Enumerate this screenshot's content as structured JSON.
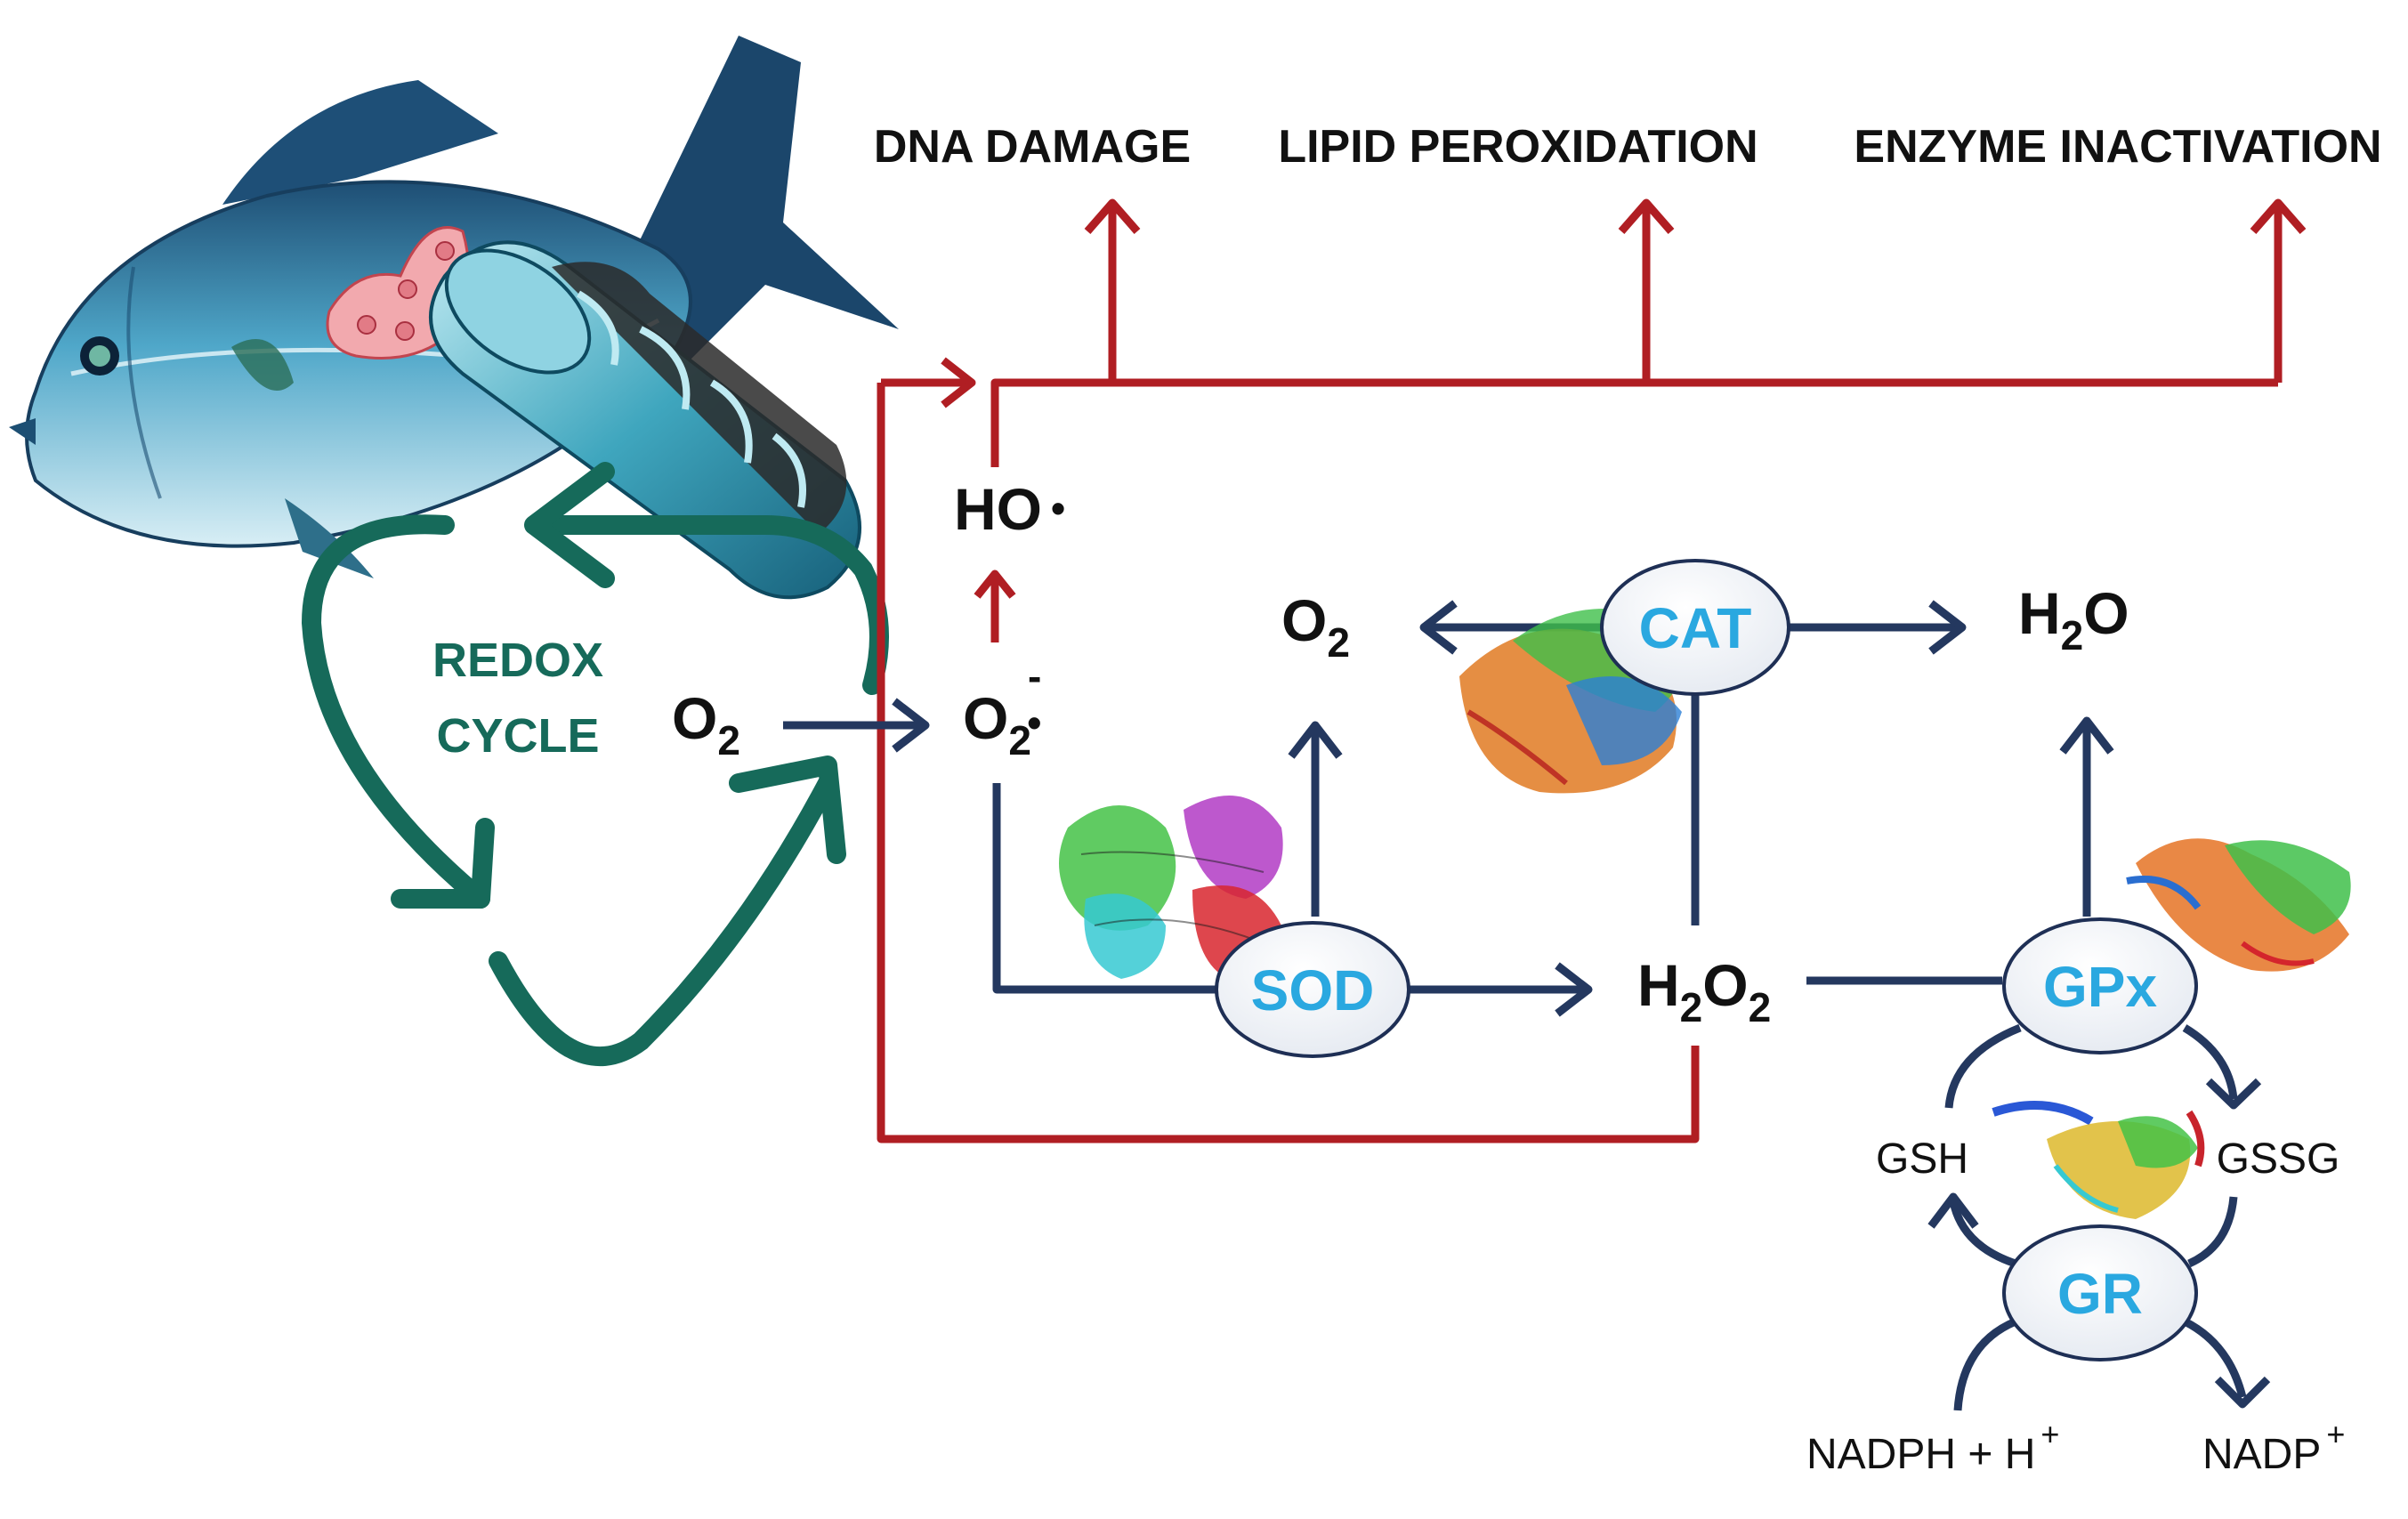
{
  "outcomes": {
    "dna_damage": "DNA DAMAGE",
    "lipid_peroxidation": "LIPID PEROXIDATION",
    "enzyme_inactivation": "ENZYME INACTIVATION"
  },
  "redox_cycle": {
    "line1": "REDOX",
    "line2": "CYCLE"
  },
  "species": {
    "hydroxyl": {
      "main": "HO",
      "dot": "•"
    },
    "oxygen_left": {
      "main": "O",
      "sub": "2"
    },
    "superoxide": {
      "main": "O",
      "sub": "2",
      "sup": "-",
      "dot": "•"
    },
    "oxygen_top": {
      "main": "O",
      "sub": "2"
    },
    "water": {
      "main": "H",
      "sub": "2",
      "tail": "O"
    },
    "hydrogen_peroxide": {
      "h": "H",
      "sub1": "2",
      "o": "O",
      "sub2": "2"
    }
  },
  "enzymes": {
    "cat": "CAT",
    "sod": "SOD",
    "gpx": "GPx",
    "gr": "GR"
  },
  "glutathione": {
    "gsh": "GSH",
    "gssg": "GSSG",
    "nadph": {
      "main": "NADPH + H",
      "sup": "+"
    },
    "nadp": {
      "main": "NADP",
      "sup": "+"
    }
  },
  "colors": {
    "red": "#B01E23",
    "navy": "#24385F",
    "teal": "#166A5A",
    "enzyme_text": "#2AA8E0",
    "fish_body": "#4FA3C6",
    "fish_dark": "#1D4F73"
  },
  "icons": [
    "fish-illustration",
    "cell-cluster-icon",
    "mitochondrion-icon",
    "protein-structure-icon"
  ]
}
